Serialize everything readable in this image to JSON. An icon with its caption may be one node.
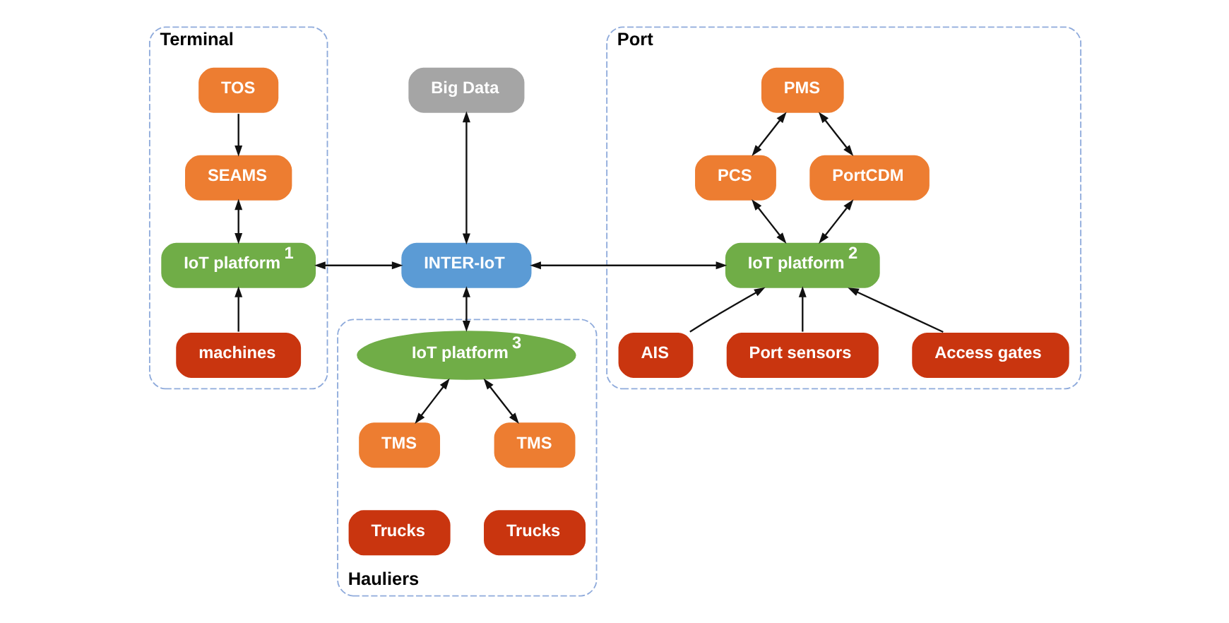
{
  "diagram": {
    "nodes": [
      {
        "text": [
          "Terminal"
        ]
      },
      {
        "text": [
          "TOS"
        ],
        "in": 0
      },
      {
        "text": [
          "SEAMS"
        ],
        "in": 0
      },
      {
        "text": [
          "IoT platform$^{1}$"
        ],
        "in": 0
      },
      {
        "text": [
          "machines"
        ],
        "in": 0
      },
      {
        "text": [
          "Big Data"
        ]
      },
      {
        "text": [
          "INTER-IoT"
        ]
      },
      {
        "text": [
          "Port"
        ]
      },
      {
        "text": [
          "PMS"
        ],
        "in": 7
      },
      {
        "text": [
          "PCS"
        ],
        "in": 7
      },
      {
        "text": [
          "PortCDM"
        ],
        "in": 7
      },
      {
        "text": [
          "IoT platform$^{2}$"
        ],
        "in": 7
      },
      {
        "text": [
          "AIS"
        ],
        "in": 7
      },
      {
        "text": [
          "Port sensors"
        ],
        "in": 7
      },
      {
        "text": [
          "Access gates"
        ],
        "in": 7
      },
      {
        "text": [
          "Hauliers"
        ]
      },
      {
        "text": [
          "IoT platform$^{3}$"
        ],
        "in": 15
      },
      {
        "text": [
          "TMS"
        ],
        "in": 15
      },
      {
        "text": [
          "Trucks"
        ],
        "in": 15
      },
      {
        "text": [
          "TMS"
        ],
        "in": 15
      },
      {
        "text": [
          "Trucks"
        ],
        "in": 15
      }
    ],
    "edges": [
      {
        "from": 1,
        "to": 2,
        "arrow": "to"
      },
      {
        "from": 2,
        "to": 3,
        "arrow": "both"
      },
      {
        "from": 4,
        "to": 3,
        "arrow": "to"
      },
      {
        "from": 6,
        "to": 3,
        "arrow": "both"
      },
      {
        "from": 5,
        "to": 6,
        "arrow": "both"
      },
      {
        "from": 6,
        "to": 11,
        "arrow": "both"
      },
      {
        "from": 6,
        "to": 16,
        "arrow": "both"
      },
      {
        "from": 8,
        "to": 9,
        "arrow": "both"
      },
      {
        "from": 8,
        "to": 10,
        "arrow": "both"
      },
      {
        "from": 10,
        "to": 11,
        "arrow": "both"
      },
      {
        "from": 9,
        "to": 11,
        "arrow": "both"
      },
      {
        "from": 12,
        "to": 11,
        "arrow": "to"
      },
      {
        "from": 13,
        "to": 11,
        "arrow": "to"
      },
      {
        "from": 14,
        "to": 11,
        "arrow": "to"
      },
      {
        "from": 16,
        "to": 17,
        "arrow": "both"
      },
      {
        "from": 16,
        "to": 19,
        "arrow": "both"
      }
    ]
  }
}
